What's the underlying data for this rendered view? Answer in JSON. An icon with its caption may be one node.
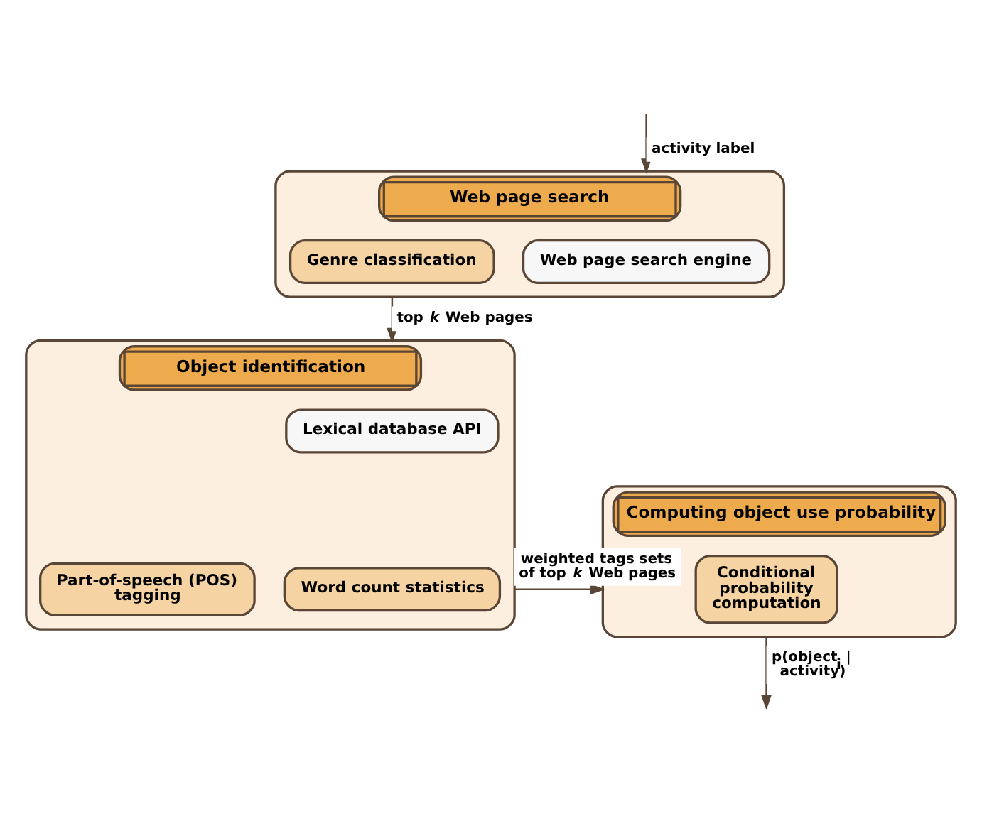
{
  "diagram": {
    "nodes": [
      {
        "text": [
          "Web page search"
        ]
      },
      {
        "text": [
          "Web page search engine"
        ],
        "in": 0
      },
      {
        "text": [
          "Genre classification"
        ],
        "in": 0
      },
      {
        "text": [
          "Object identification"
        ]
      },
      {
        "text": [
          "Lexical database API"
        ],
        "in": 3
      },
      {
        "text": [
          "Part-of-speech (POS) tagging"
        ],
        "in": 3
      },
      {
        "text": [
          "Word count statistics"
        ],
        "in": 3
      },
      {
        "text": [
          "Computing object use probability"
        ]
      },
      {
        "text": [
          "Conditional probability computation"
        ],
        "in": 7
      }
    ],
    "edges": [
      {
        "from": null,
        "to": 0,
        "arrow": "to",
        "label": "activity label"
      },
      {
        "from": 0,
        "to": 3,
        "arrow": "to",
        "label": "top *k* Web pages"
      },
      {
        "from": 3,
        "to": 7,
        "arrow": "to",
        "label": "weighted tags sets of top *k* Web pages"
      },
      {
        "from": 7,
        "to": null,
        "arrow": "to",
        "label": "p(object$_{i}$ | activity)"
      }
    ]
  }
}
